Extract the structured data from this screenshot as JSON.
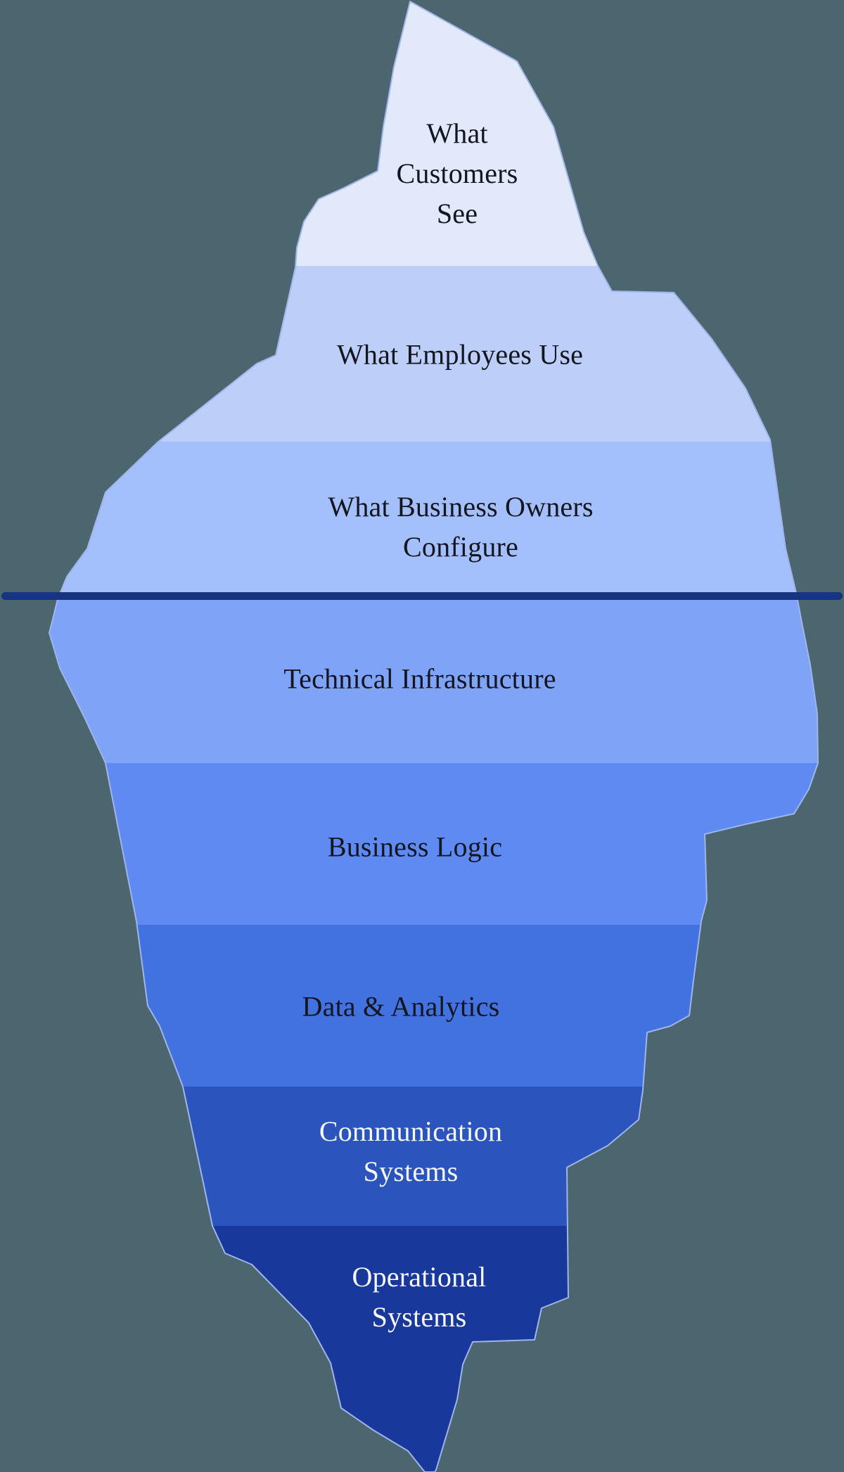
{
  "background_color": "#4C6670",
  "outline_color": "#9FB5EA",
  "waterline": {
    "color": "#16347F"
  },
  "layers": [
    {
      "label": "What\nCustomers\nSee",
      "color": "#E1E9FB",
      "text_color": "#14161F"
    },
    {
      "label": "What Employees Use",
      "color": "#BDCFF8",
      "text_color": "#14161F"
    },
    {
      "label": "What Business Owners Configure",
      "color": "#A3BFFC",
      "text_color": "#14161F"
    },
    {
      "label": "Technical Infrastructure",
      "color": "#7FA4F7",
      "text_color": "#14161F"
    },
    {
      "label": "Business Logic",
      "color": "#5E8AF2",
      "text_color": "#14161F"
    },
    {
      "label": "Data & Analytics",
      "color": "#4272E0",
      "text_color": "#14161F"
    },
    {
      "label": "Communication\nSystems",
      "color": "#2B54BC",
      "text_color": "#F7F9FF"
    },
    {
      "label": "Operational\nSystems",
      "color": "#18389B",
      "text_color": "#F7F9FF"
    }
  ]
}
